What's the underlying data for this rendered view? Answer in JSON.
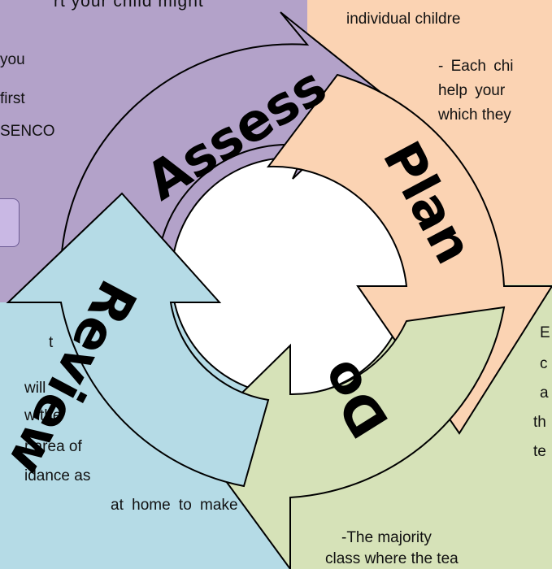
{
  "colors": {
    "assess": "#b3a2c9",
    "plan": "#fbd3b3",
    "do": "#d6e2b8",
    "review": "#b5dbe6",
    "center": "#ffffff",
    "outline": "#000000"
  },
  "assess_panel": {
    "lines": [
      "rt your child might",
      "you",
      "first",
      "SENCO"
    ]
  },
  "plan_panel": {
    "lines": [
      "individual childre",
      "- Each chi",
      "help your",
      "which they"
    ]
  },
  "review_panel": {
    "lines": [
      "t",
      "will",
      "w the",
      "r area of",
      "idance as",
      "at home to make"
    ]
  },
  "do_panel": {
    "lines": [
      "E",
      "c",
      "a",
      "th",
      "te",
      "-The majority",
      "class where the tea"
    ]
  },
  "cycle": {
    "stages": [
      {
        "id": "assess",
        "label": "Assess"
      },
      {
        "id": "plan",
        "label": "Plan"
      },
      {
        "id": "do",
        "label": "Do"
      },
      {
        "id": "review",
        "label": "Review"
      }
    ]
  }
}
